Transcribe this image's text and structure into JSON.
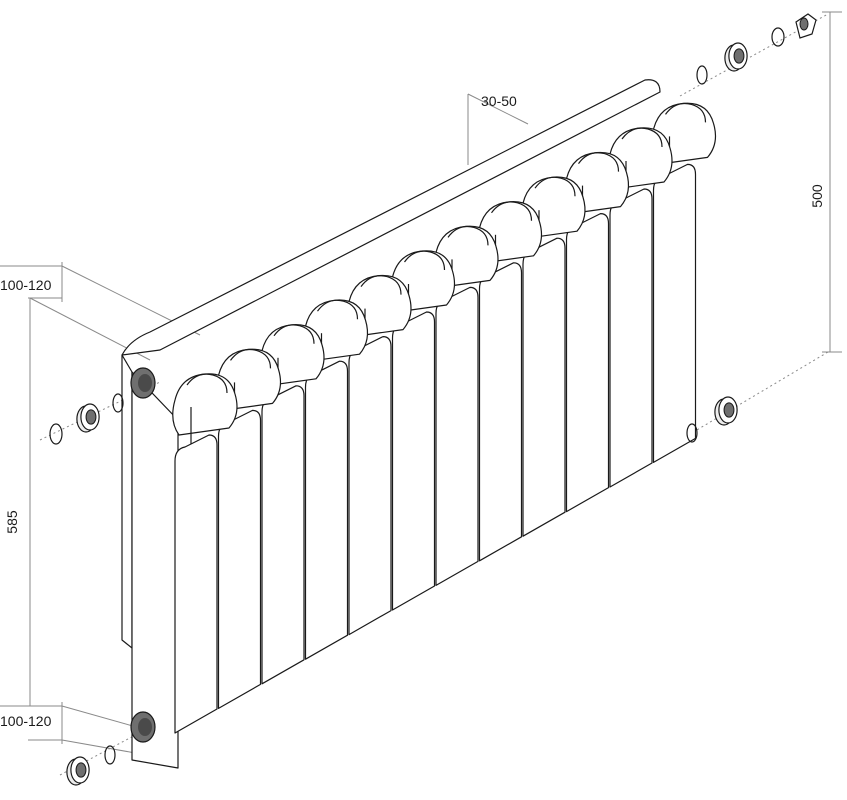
{
  "diagram": {
    "subject": "radiator-exploded-assembly",
    "section_count": 12,
    "colors": {
      "line": "#1a1a1a",
      "dimension": "#8a8a8a",
      "fill": "#ffffff",
      "threads": "#6f6f6f"
    },
    "dimensions": {
      "top_offset": "100-120",
      "bottom_offset": "100-120",
      "overall_height": "585",
      "center_distance": "500",
      "section_depth": "30-50"
    },
    "parts": [
      "section",
      "threaded-port",
      "end-plug",
      "gasket-ring",
      "reducer-nipple",
      "air-vent-valve"
    ]
  }
}
